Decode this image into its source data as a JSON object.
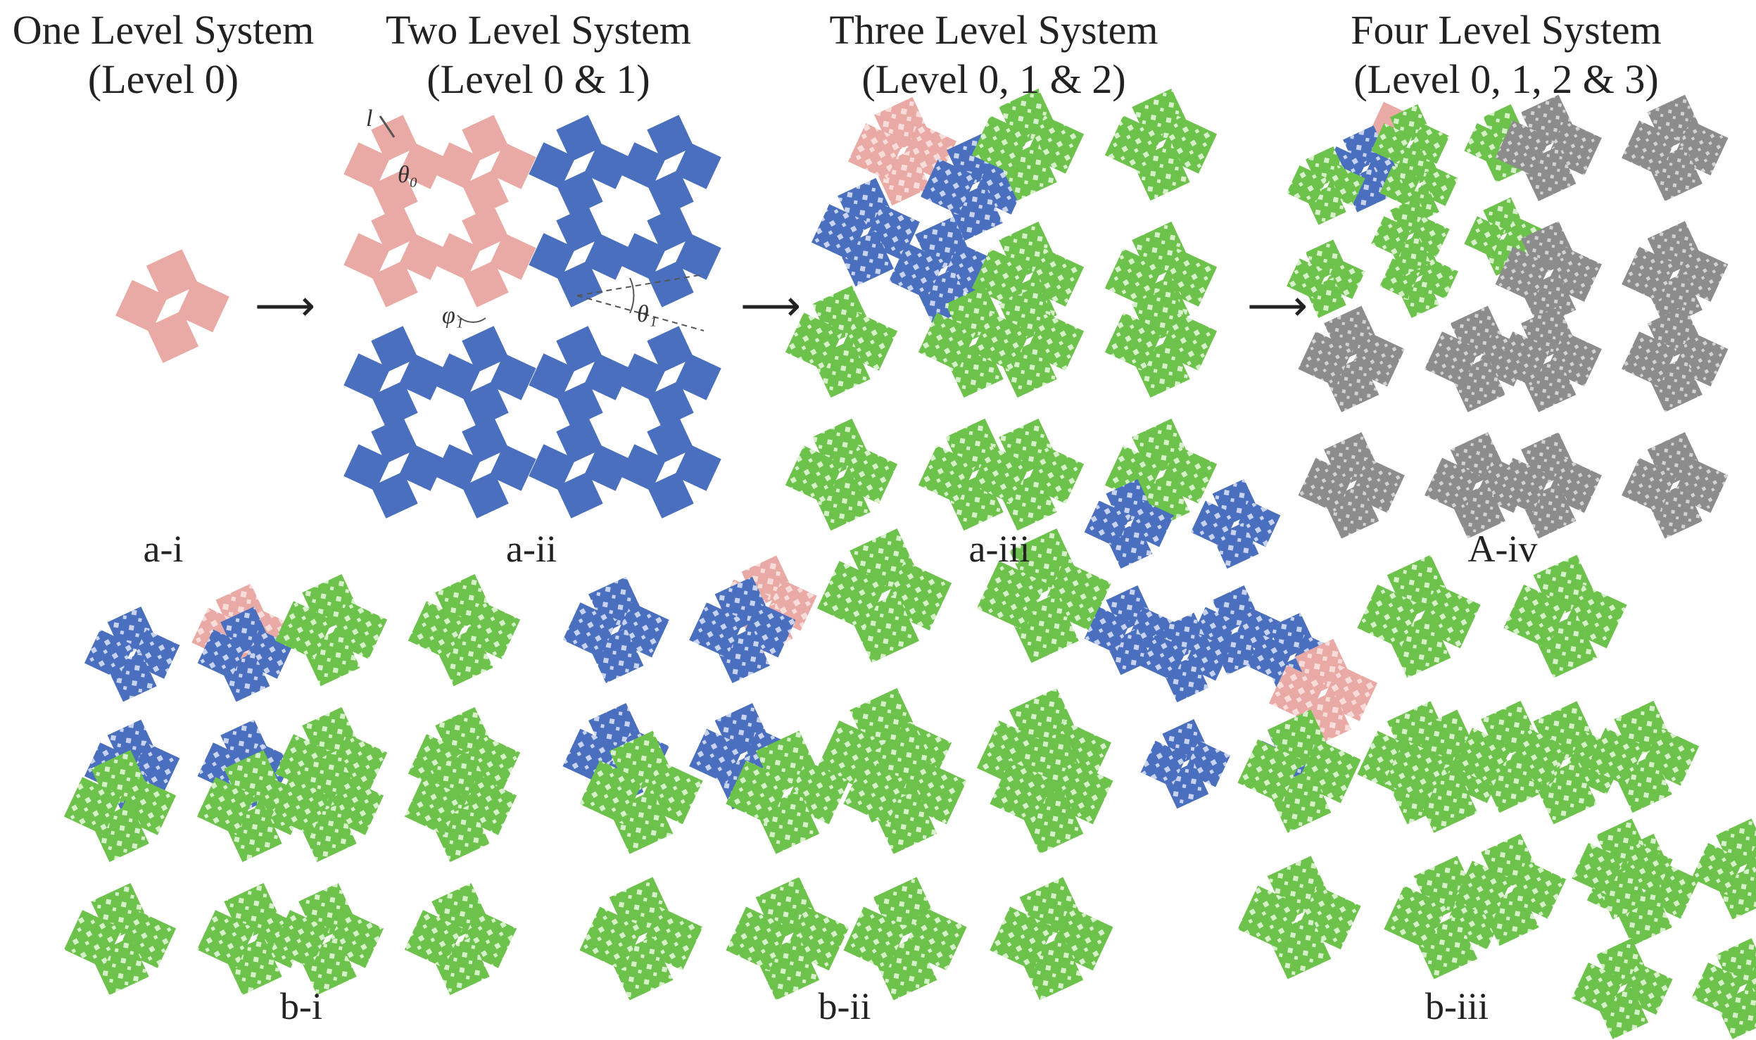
{
  "titles": {
    "one": {
      "line1": "One Level System",
      "line2": "(Level 0)"
    },
    "two": {
      "line1": "Two Level System",
      "line2": "(Level 0 & 1)"
    },
    "three": {
      "line1": "Three Level System",
      "line2": "(Level 0, 1 & 2)"
    },
    "four": {
      "line1": "Four Level System",
      "line2": "(Level 0, 1, 2 & 3)"
    }
  },
  "labels": {
    "a_i": "a-i",
    "a_ii": "a-ii",
    "a_iii": "a-iii",
    "a_iv": "A-iv",
    "b_i": "b-i",
    "b_ii": "b-ii",
    "b_iii": "b-iii"
  },
  "annotations": {
    "l": "l",
    "theta0": "θ₀",
    "phi1": "φ₁",
    "theta1": "θ₁"
  },
  "arrow_glyph": "⟶",
  "colors": {
    "level0_pink": "#e9aaa5",
    "level1_blue": "#4a6fbf",
    "level2_green": "#6cc24a",
    "level3_gray": "#8c8c8c"
  }
}
